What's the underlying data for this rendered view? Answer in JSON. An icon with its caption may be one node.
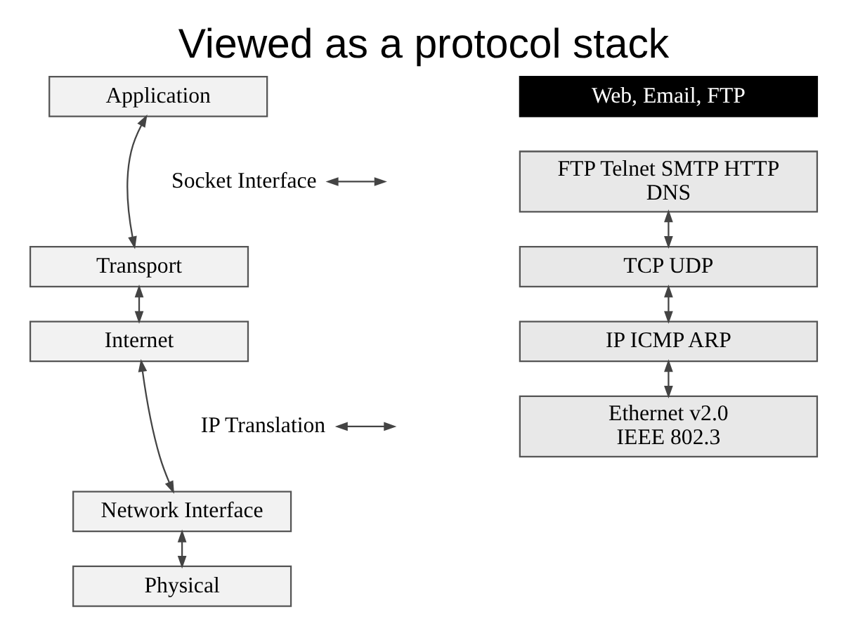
{
  "diagram": {
    "title": "Viewed as a protocol stack",
    "nodes": [
      {
        "text": [
          "Application"
        ]
      },
      {
        "text": [
          "Transport"
        ]
      },
      {
        "text": [
          "Internet"
        ]
      },
      {
        "text": [
          "Network Interface"
        ]
      },
      {
        "text": [
          "Physical"
        ]
      },
      {
        "text": [
          "Socket Interface"
        ]
      },
      {
        "text": [
          "IP Translation"
        ]
      },
      {
        "text": [
          "Web, Email, FTP"
        ]
      },
      {
        "text": [
          "FTP Telnet SMTP HTTP DNS"
        ]
      },
      {
        "text": [
          "TCP UDP"
        ]
      },
      {
        "text": [
          "IP ICMP ARP"
        ]
      },
      {
        "text": [
          "Ethernet v2.0 IEEE 802.3"
        ]
      }
    ],
    "edges": [
      {
        "from": 0,
        "to": 1,
        "arrow": "both"
      },
      {
        "from": 1,
        "to": 2,
        "arrow": "both"
      },
      {
        "from": 2,
        "to": 3,
        "arrow": "both"
      },
      {
        "from": 3,
        "to": 4,
        "arrow": "both"
      },
      {
        "from": 5,
        "to": null,
        "arrow": "both"
      },
      {
        "from": 6,
        "to": null,
        "arrow": "both"
      },
      {
        "from": 8,
        "to": 9,
        "arrow": "both"
      },
      {
        "from": 9,
        "to": 10,
        "arrow": "both"
      },
      {
        "from": 10,
        "to": 11,
        "arrow": "both"
      }
    ]
  }
}
